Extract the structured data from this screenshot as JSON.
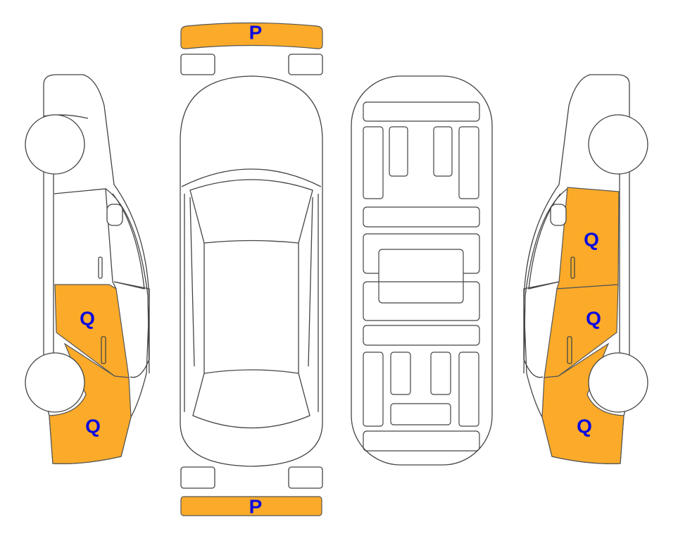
{
  "colors": {
    "damage_fill": "#FBAB29",
    "label_color": "#0A0AE0",
    "outline": "#444444"
  },
  "views": {
    "front_bumper": {
      "label": "P",
      "damaged": true
    },
    "rear_bumper": {
      "label": "P",
      "damaged": true
    },
    "left_side": {
      "rear_door_label": "Q",
      "rear_fender_label": "Q"
    },
    "right_side": {
      "front_door_label": "Q",
      "rear_door_label": "Q",
      "rear_fender_label": "Q"
    }
  }
}
